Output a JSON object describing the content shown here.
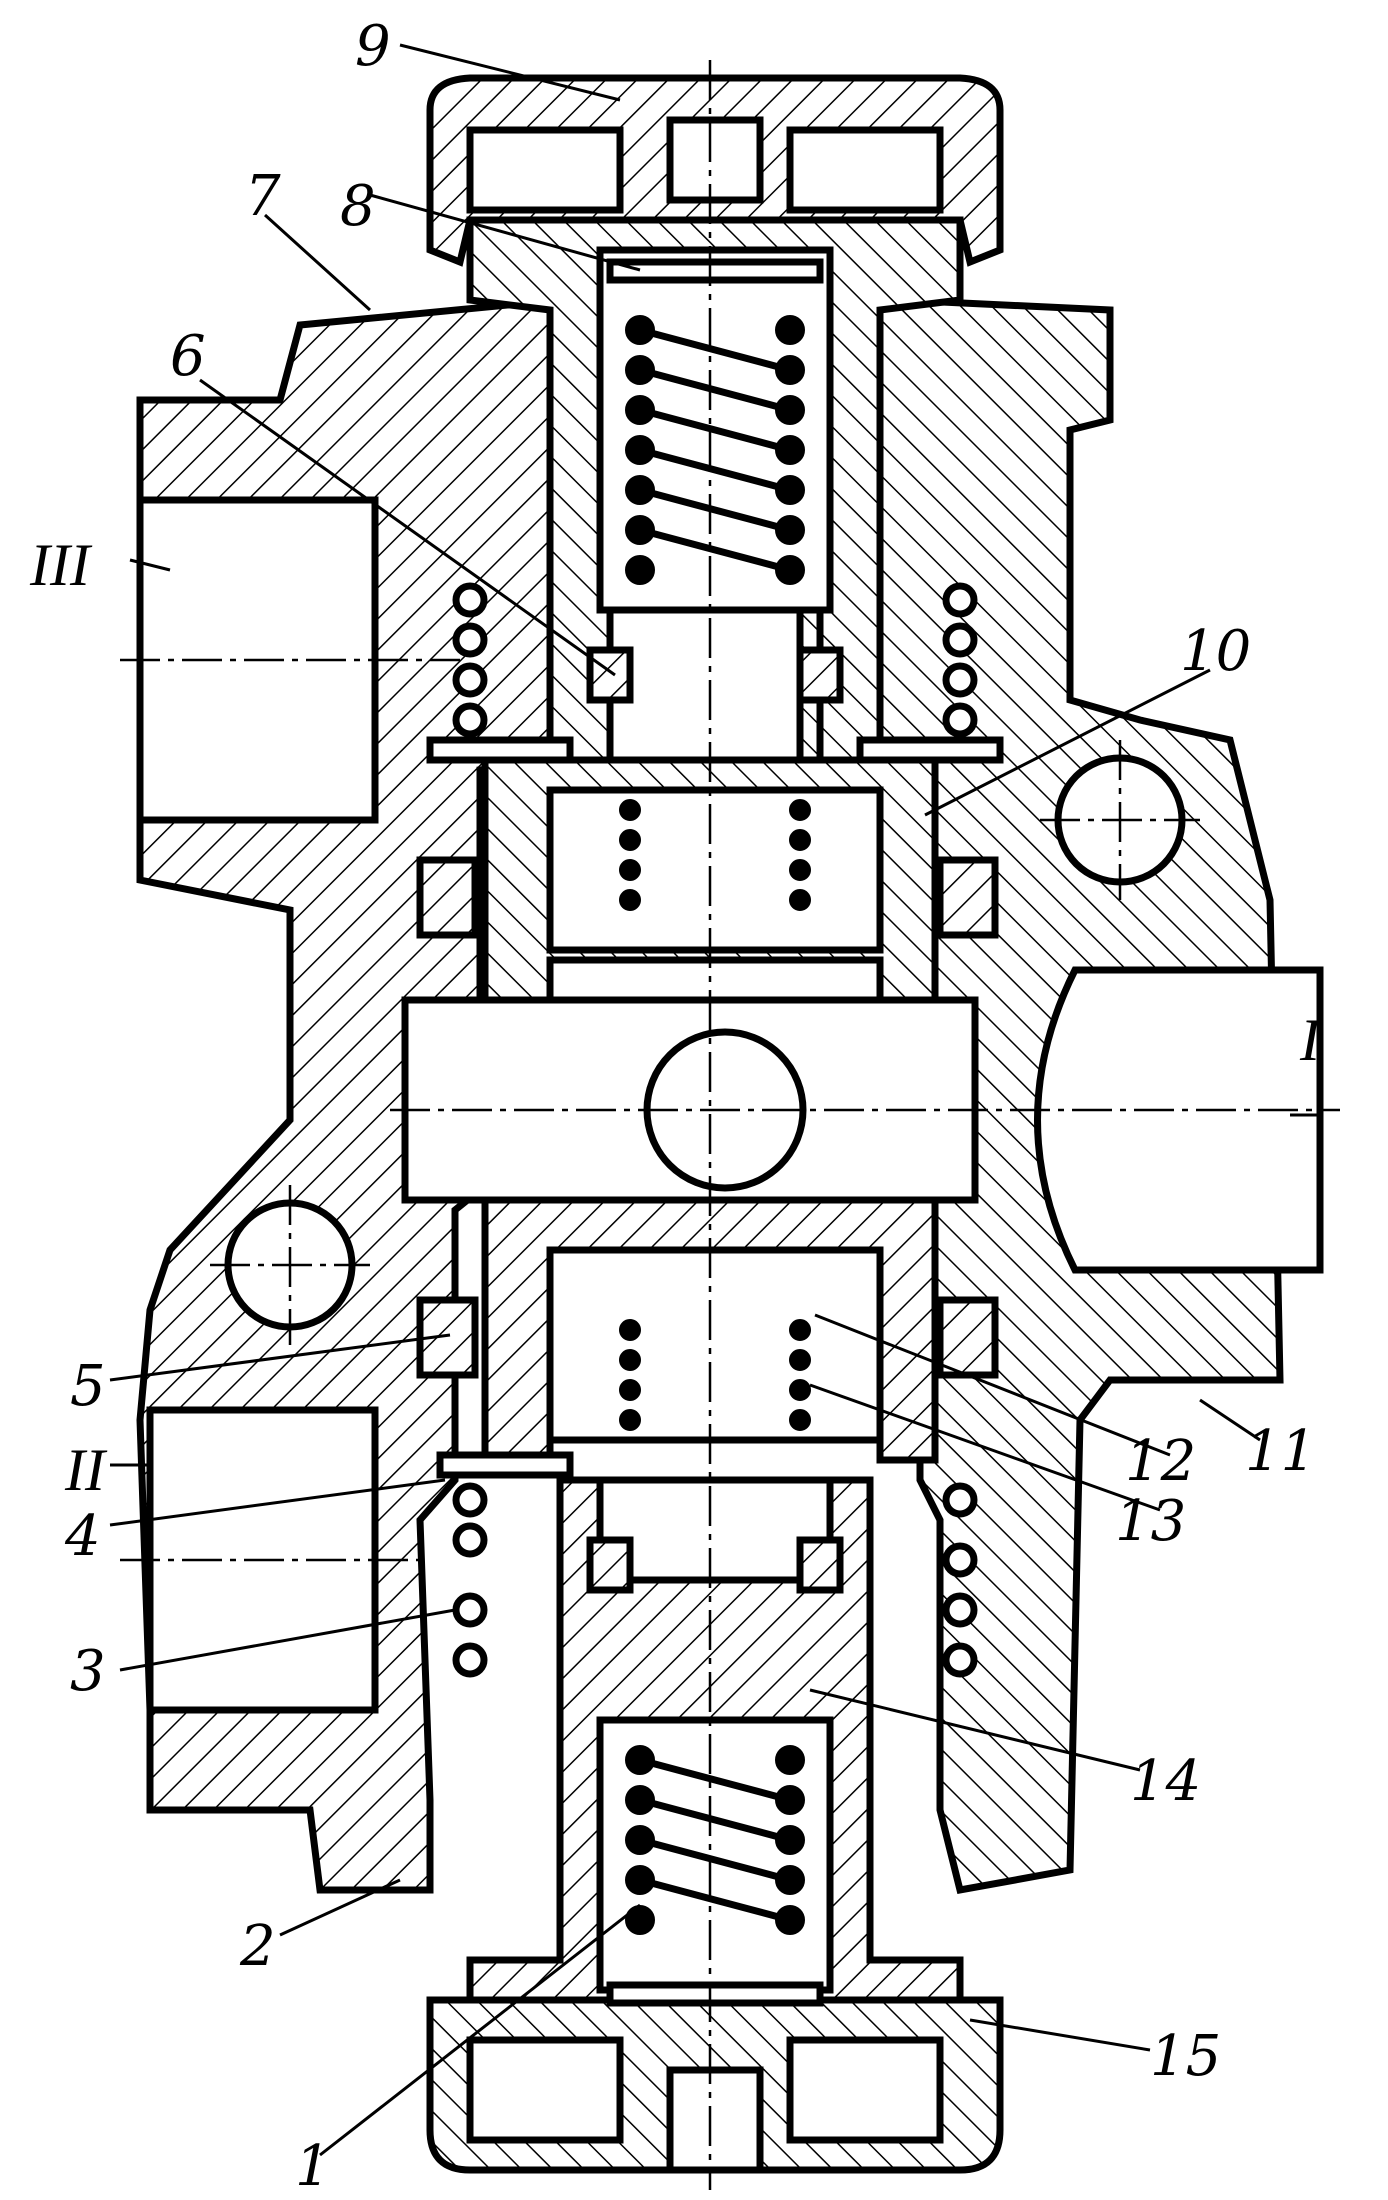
{
  "labels": {
    "n1": "1",
    "n2": "2",
    "n3": "3",
    "n4": "4",
    "n5": "5",
    "n6": "6",
    "n7": "7",
    "n8": "8",
    "n9": "9",
    "n10": "10",
    "n11": "11",
    "n12": "12",
    "n13": "13",
    "n14": "14",
    "n15": "15",
    "port_I": "I",
    "port_II": "II",
    "port_III": "III"
  }
}
